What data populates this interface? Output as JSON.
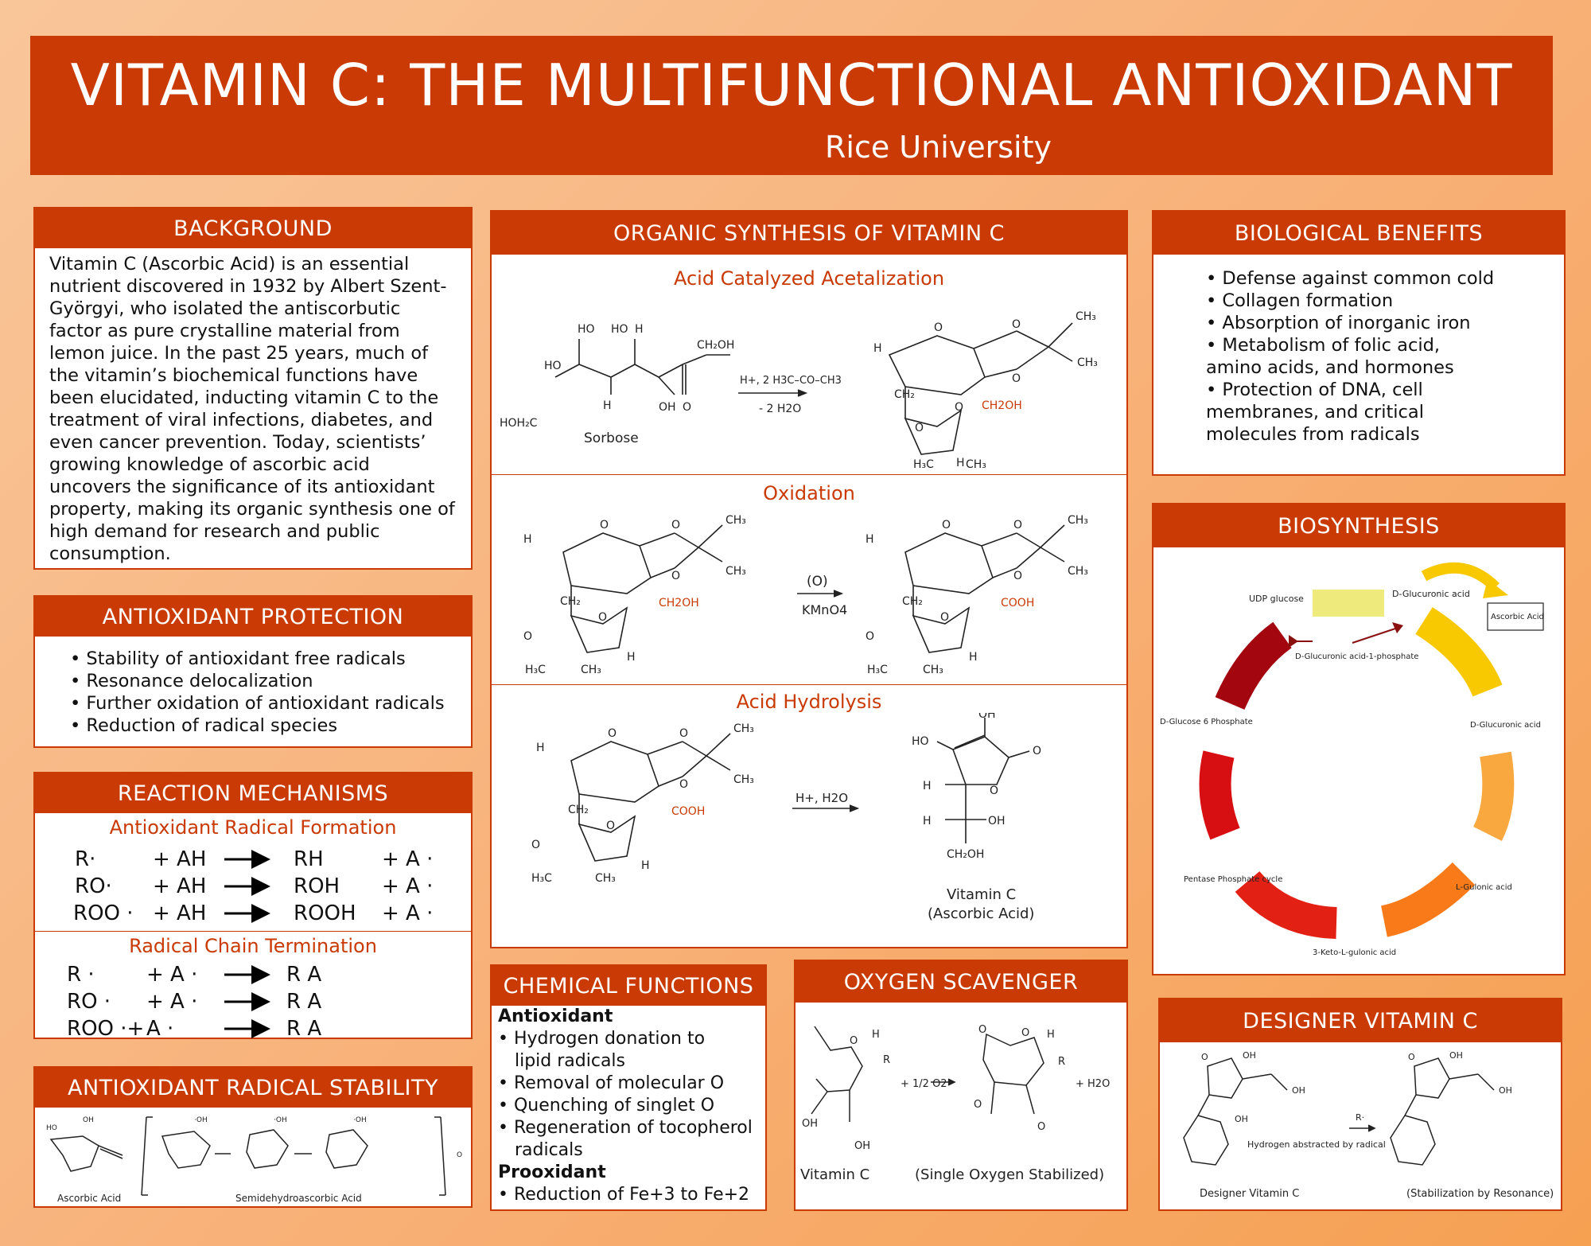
{
  "banner": {
    "title": "VITAMIN C:  THE MULTIFUNCTIONAL ANTIOXIDANT",
    "subtitle": "Rice University"
  },
  "background": {
    "heading": "BACKGROUND",
    "text": "Vitamin C (Ascorbic Acid) is an essential nutrient discovered in 1932 by Albert Szent-Györgyi, who isolated the antiscorbutic factor as pure crystalline material from lemon juice.  In the past 25 years, much of the vitamin’s biochemical functions have been elucidated, inducting vitamin C to the treatment of viral infections, diabetes, and even cancer prevention.  Today, scientists’ growing knowledge of ascorbic acid uncovers the significance of its antioxidant property, making its organic synthesis one of high demand for research and public consumption."
  },
  "antioxidant_protection": {
    "heading": "ANTIOXIDANT PROTECTION",
    "items": [
      "• Stability of antioxidant free radicals",
      "• Resonance delocalization",
      "• Further oxidation of antioxidant radicals",
      "• Reduction of radical species"
    ]
  },
  "reaction_mechanisms": {
    "heading": "REACTION MECHANISMS",
    "formation_title": "Antioxidant Radical Formation",
    "formation_rows": [
      [
        "R·",
        "+ AH",
        "RH",
        "+ A ·"
      ],
      [
        "RO·",
        "+ AH",
        "ROH",
        "+ A ·"
      ],
      [
        "ROO ·",
        "+ AH",
        "ROOH",
        "+ A ·"
      ]
    ],
    "termination_title": "Radical Chain Termination",
    "termination_rows": [
      [
        "R  ·",
        "+ A ·",
        "R A"
      ],
      [
        "RO  ·",
        "+ A  ·",
        "R A"
      ],
      [
        "ROO  ·+",
        "A  ·",
        "R A"
      ]
    ]
  },
  "radical_stability": {
    "heading": "ANTIOXIDANT RADICAL STABILITY",
    "label_left": "Ascorbic Acid",
    "label_right": "Semidehydroascorbic Acid"
  },
  "synthesis": {
    "heading": "ORGANIC SYNTHESIS OF VITAMIN C",
    "step1_title": "Acid Catalyzed Acetalization",
    "step1_reagent_top": "H+, 2  H3C–CO–CH3",
    "step1_reagent_bottom": "- 2 H2O",
    "sorbose_label": "Sorbose",
    "step2_title": "Oxidation",
    "step2_reagent_top": "(O)",
    "step2_reagent_bottom": "KMnO4",
    "step3_title": "Acid Hydrolysis",
    "step3_reagent": "H+, H2O",
    "product_label_1": "Vitamin C",
    "product_label_2": "(Ascorbic Acid)",
    "ch2oh": "CH2OH",
    "cooh": "COOH"
  },
  "chemical_functions": {
    "heading": "CHEMICAL FUNCTIONS",
    "antioxidant_title": "Antioxidant",
    "antioxidant_items": [
      "• Hydrogen donation to",
      "   lipid radicals",
      "• Removal of molecular O",
      "• Quenching of singlet O",
      "• Regeneration of tocopherol",
      "   radicals"
    ],
    "prooxidant_title": "Prooxidant",
    "prooxidant_item": "• Reduction of Fe+3 to Fe+2"
  },
  "oxygen_scavenger": {
    "heading": "OXYGEN SCAVENGER",
    "reagent": "+ 1/2 O2",
    "product_extra": "+ H2O",
    "label_left": "Vitamin C",
    "label_right": "(Single Oxygen Stabilized)"
  },
  "biological_benefits": {
    "heading": "BIOLOGICAL BENEFITS",
    "items": [
      "• Defense against common cold",
      "• Collagen formation",
      "• Absorption of inorganic iron",
      "• Metabolism of folic acid,",
      "amino acids, and hormones",
      "• Protection of DNA, cell",
      "membranes, and critical",
      "molecules from radicals"
    ]
  },
  "biosynthesis": {
    "heading": "BIOSYNTHESIS",
    "labels": {
      "udp": "UDP glucose",
      "glucuronic": "D-Glucuronic acid",
      "ascorbic": "Ascorbic Acid",
      "glucuronic1p": "D-Glucuronic acid-1-phosphate",
      "glucose6p": "D-Glucose 6 Phosphate",
      "glucuronic_right": "D-Glucuronic acid",
      "pentose": "Pentase Phosphate cycle",
      "gulonic": "L-Gulonic acid",
      "keto": "3-Keto-L-gulonic acid"
    }
  },
  "designer": {
    "heading": "DESIGNER VITAMIN C",
    "reagent": "R·",
    "note": "Hydrogen abstracted by radical",
    "label_left": "Designer Vitamin C",
    "label_right": "(Stabilization by Resonance)"
  }
}
